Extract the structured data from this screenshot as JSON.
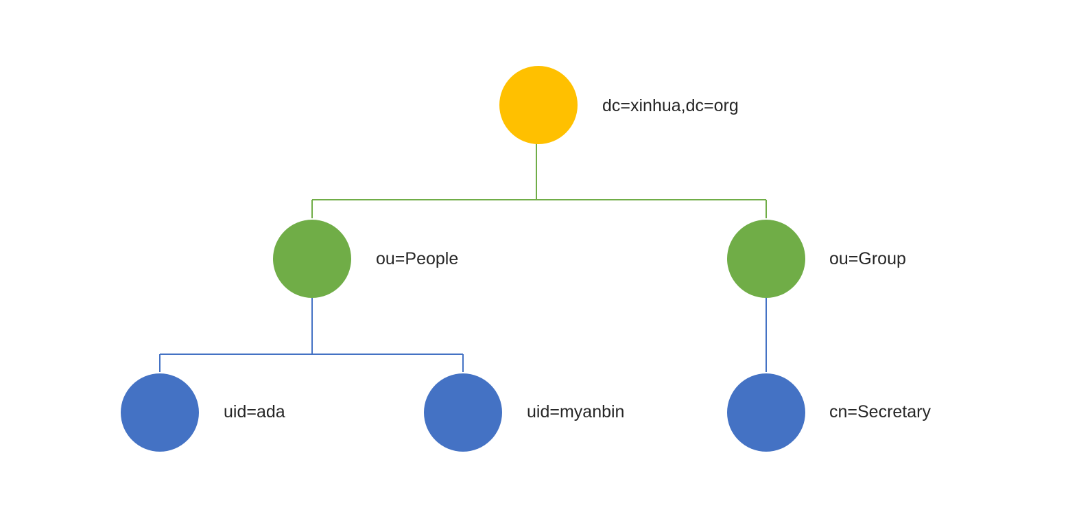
{
  "colors": {
    "root": "#FFC000",
    "level1": "#70AD47",
    "level2": "#4472C4",
    "connector_green": "#70AD47",
    "connector_blue": "#4472C4",
    "text": "#262626",
    "background": "#FFFFFF"
  },
  "tree": {
    "root": {
      "label": "dc=xinhua,dc=org"
    },
    "people": {
      "label": "ou=People"
    },
    "group": {
      "label": "ou=Group"
    },
    "ada": {
      "label": "uid=ada"
    },
    "myanbin": {
      "label": "uid=myanbin"
    },
    "secretary": {
      "label": "cn=Secretary"
    }
  }
}
